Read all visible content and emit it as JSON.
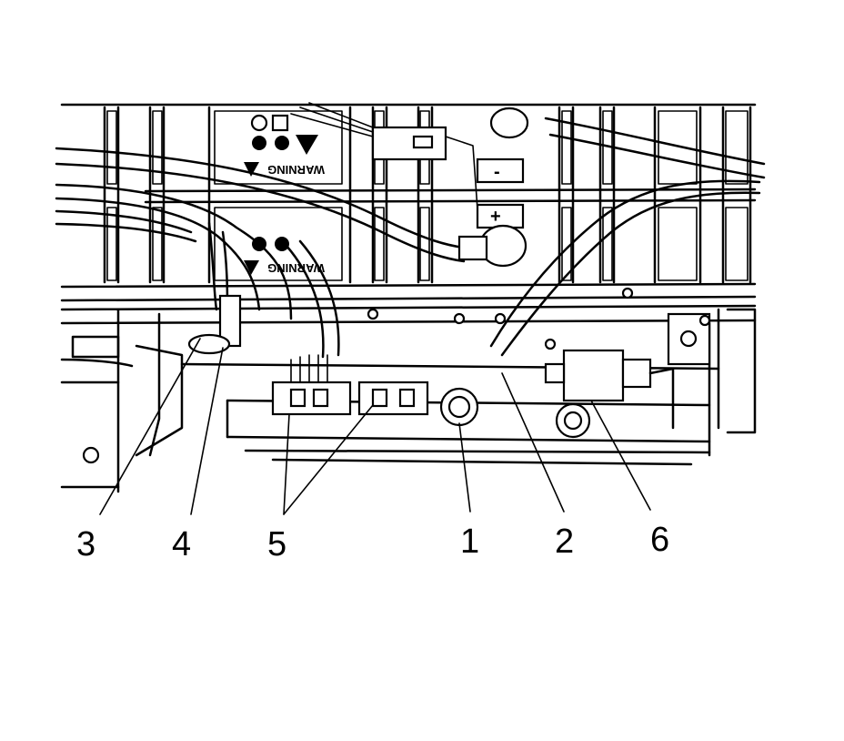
{
  "diagram": {
    "warning_labels": [
      "WARNING",
      "WARNING"
    ],
    "terminal_symbols": {
      "negative": "-",
      "positive": "+"
    },
    "callouts": [
      {
        "id": "callout-3",
        "label": "3"
      },
      {
        "id": "callout-4",
        "label": "4"
      },
      {
        "id": "callout-5",
        "label": "5"
      },
      {
        "id": "callout-1",
        "label": "1"
      },
      {
        "id": "callout-2",
        "label": "2"
      },
      {
        "id": "callout-6",
        "label": "6"
      }
    ]
  },
  "colors": {
    "line": "#000000",
    "background": "#ffffff"
  }
}
